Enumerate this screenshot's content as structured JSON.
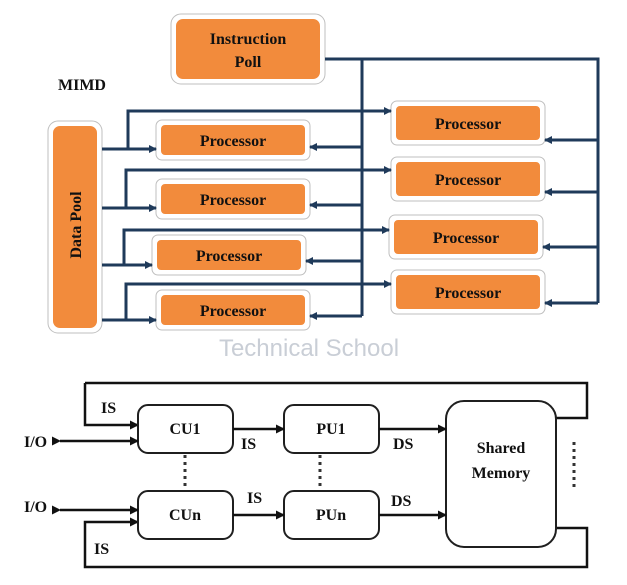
{
  "mimd": {
    "title": "MIMD",
    "instruction_pool": [
      "Instruction",
      "Poll"
    ],
    "data_pool": "Data Pool",
    "processor_label": "Processor"
  },
  "watermark": "Technical School",
  "shared": {
    "cu1": "CU1",
    "cun": "CUn",
    "pu1": "PU1",
    "pun": "PUn",
    "memory": [
      "Shared",
      "Memory"
    ],
    "io": "I/O",
    "is": "IS",
    "ds": "DS"
  }
}
